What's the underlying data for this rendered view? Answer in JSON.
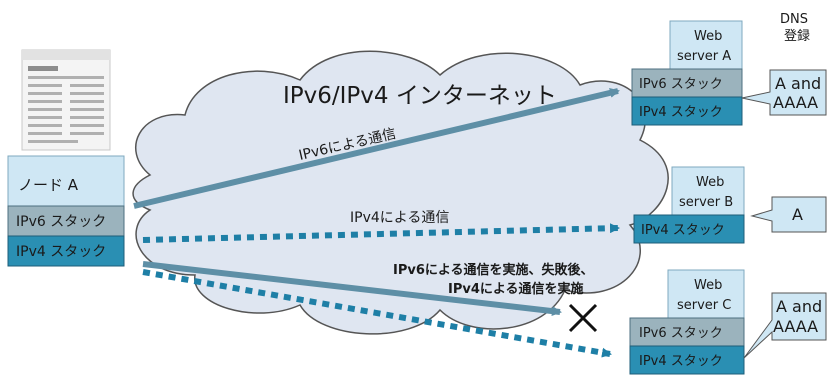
{
  "cloud": {
    "title": "IPv6/IPv4 インターネット"
  },
  "dns": {
    "header_line1": "DNS",
    "header_line2": "登録"
  },
  "node_a": {
    "name": "ノード A",
    "ipv6_stack": "IPv6 スタック",
    "ipv4_stack": "IPv4 スタック"
  },
  "server_a": {
    "name_line1": "Web",
    "name_line2": "server A",
    "ipv6_stack": "IPv6 スタック",
    "ipv4_stack": "IPv4 スタック",
    "dns_line1": "A and",
    "dns_line2": "AAAA"
  },
  "server_b": {
    "name_line1": "Web",
    "name_line2": "server B",
    "ipv4_stack": "IPv4 スタック",
    "dns_line1": "A"
  },
  "server_c": {
    "name_line1": "Web",
    "name_line2": "server C",
    "ipv6_stack": "IPv6 スタック",
    "ipv4_stack": "IPv4 スタック",
    "dns_line1": "A and",
    "dns_line2": "AAAA"
  },
  "arrows": {
    "ipv6_label": "IPv6による通信",
    "ipv4_label": "IPv4による通信",
    "fallback_line1": "IPv6による通信を実施、失敗後、",
    "fallback_line2": "IPv4による通信を実施"
  },
  "colors": {
    "box_light": "#cfe7f4",
    "ipv6_stack": "#9bb3bd",
    "ipv4_stack": "#2a8fb3",
    "cloud_fill": "#dfe6f1",
    "arrow_solid": "#5e8fa6",
    "arrow_dotted": "#1e7fa6",
    "fail_mark": "#111111"
  }
}
